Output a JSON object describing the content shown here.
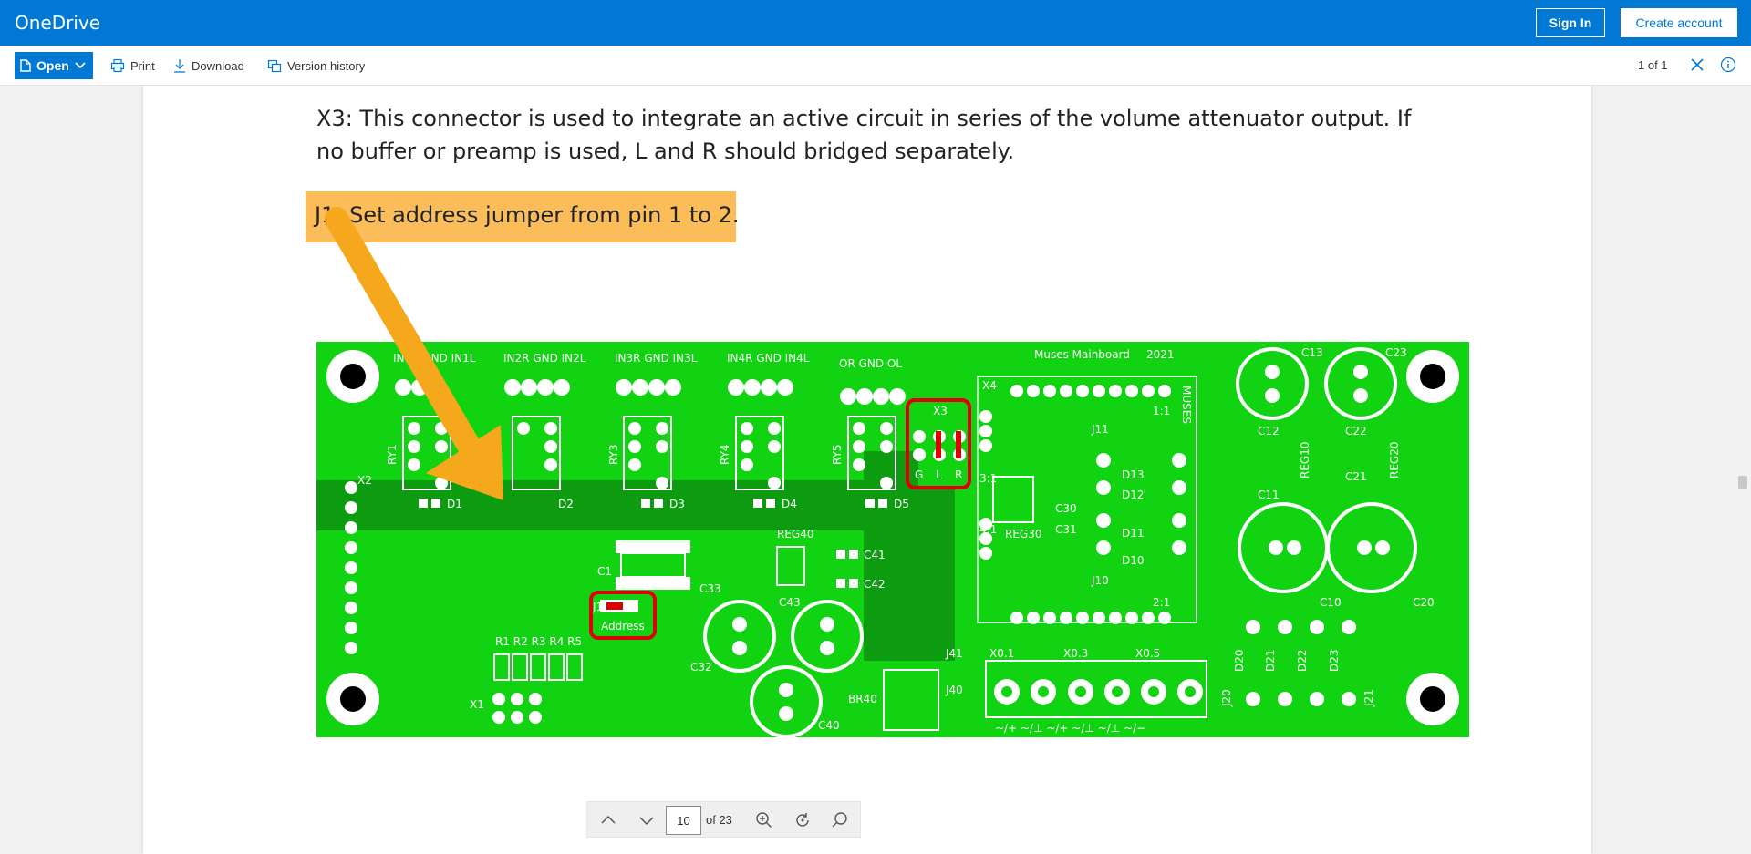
{
  "app": {
    "brand": "OneDrive"
  },
  "header": {
    "signin_label": "Sign In",
    "create_label": "Create account"
  },
  "toolbar": {
    "open_label": "Open",
    "print_label": "Print",
    "download_label": "Download",
    "version_label": "Version history",
    "page_count": "1 of 1"
  },
  "document": {
    "paragraph": "X3: This connector is used to integrate an active circuit in series of the volume attenuator output. If no buffer or preamp is used, L and R should bridged separately.",
    "highlight": "J1: Set address jumper from pin 1 to 2."
  },
  "pcb": {
    "title": "Muses Mainboard",
    "year": "2021",
    "labels": {
      "in1": "IN1R GND IN1L",
      "in2": "IN2R GND IN2L",
      "in3": "IN3R GND IN3L",
      "in4": "IN4R GND IN4L",
      "out": "OR  GND  OL",
      "x3": "X3",
      "x4": "X4",
      "muses": "MUSES",
      "ry1": "RY1",
      "ry3": "RY3",
      "ry4": "RY4",
      "ry5": "RY5",
      "d1": "D1",
      "d2": "D2",
      "d3": "D3",
      "d4": "D4",
      "d5": "D5",
      "x2": "X2",
      "c1": "C1",
      "c33": "C33",
      "c32": "C32",
      "address": "Address",
      "j1": "J1",
      "r_labels": "R1 R2 R3 R4 R5",
      "x1": "X1",
      "reg40": "REG40",
      "c41": "C41",
      "c42": "C42",
      "c43": "C43",
      "reg30": "REG30",
      "c30": "C30",
      "c31": "C31",
      "j11": "J11",
      "j10": "J10",
      "d13": "D13",
      "d12": "D12",
      "d11": "D11",
      "d10": "D10",
      "c13": "C13",
      "c23": "C23",
      "c12": "C12",
      "c22": "C22",
      "c11": "C11",
      "c21": "C21",
      "reg10": "REG10",
      "reg20": "REG20",
      "c10": "C10",
      "c20": "C20",
      "j41": "J41",
      "j40": "J40",
      "br40": "BR40",
      "c40": "C40",
      "x01": "X0.1",
      "x03": "X0.3",
      "x05": "X0.5",
      "j20": "J20",
      "j21": "J21",
      "d20": "D20",
      "d21": "D21",
      "d22": "D22",
      "d23": "D23",
      "r11": "1:1",
      "r21": "2:1",
      "r31": "3:1",
      "r41": "4:1",
      "g": "G",
      "l": "L",
      "r": "R",
      "bottom_terms": "~/+  ~/⊥   ~/+  ~/⊥   ~/⊥  ~/−"
    }
  },
  "pager": {
    "current": "10",
    "total_label": "of 23"
  },
  "colors": {
    "brand": "#0078d4",
    "pcb_green": "#12d312",
    "highlight": "#fabd5a",
    "arrow": "#f5a81c",
    "callout": "#e00000"
  }
}
